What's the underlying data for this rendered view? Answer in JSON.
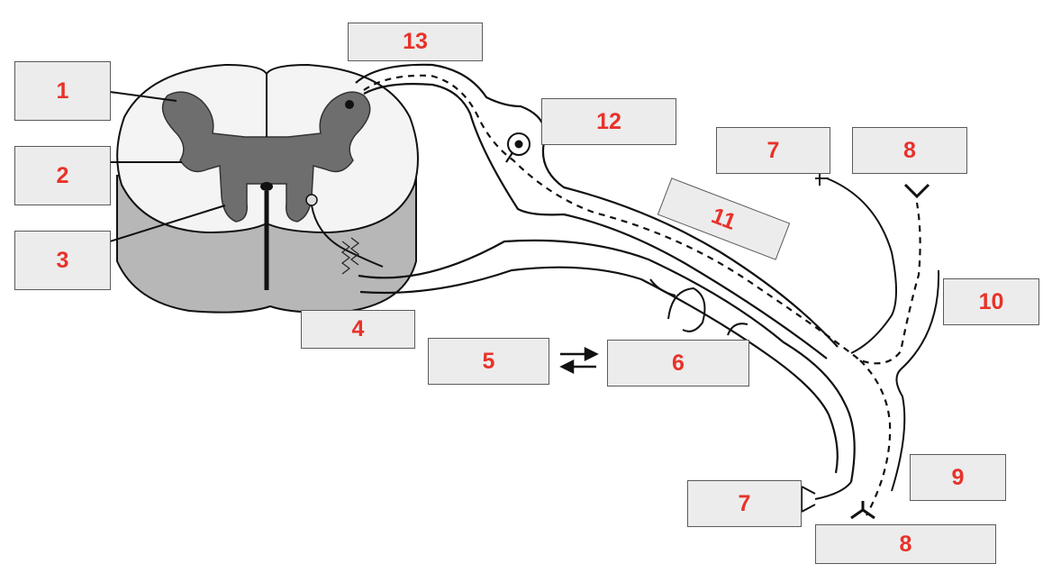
{
  "colors": {
    "label_text": "#e8322a",
    "box_fill": "#ececec",
    "box_border": "#5a5a5a",
    "white_matter": "#f4f4f4",
    "grey_matter": "#6e6e6e",
    "cord_side": "#b7b7b7",
    "line": "#111111"
  },
  "labels": {
    "l1": "1",
    "l2": "2",
    "l3": "3",
    "l4": "4",
    "l5": "5",
    "l6": "6",
    "l7a": "7",
    "l7b": "7",
    "l8a": "8",
    "l8b": "8",
    "l9": "9",
    "l10": "10",
    "l11": "11",
    "l12": "12",
    "l13": "13"
  }
}
